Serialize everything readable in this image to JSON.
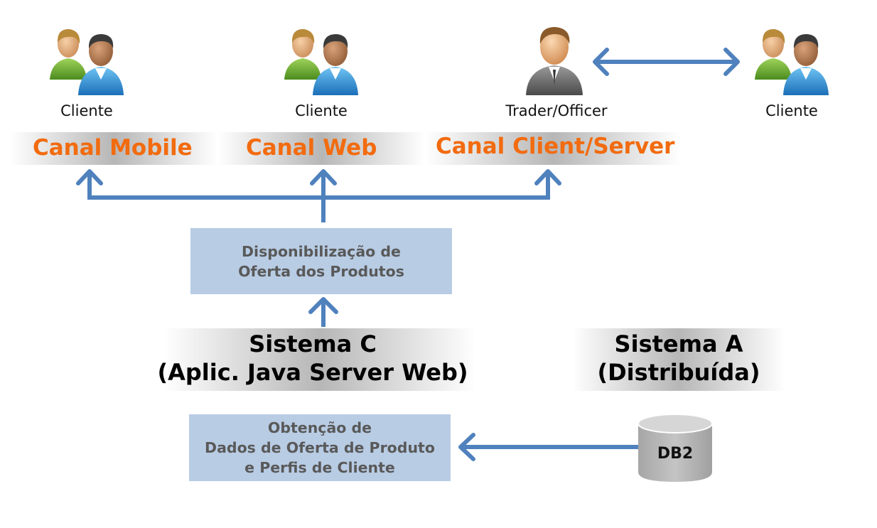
{
  "people": [
    {
      "label": "Cliente",
      "icon": "client-pair-icon"
    },
    {
      "label": "Cliente",
      "icon": "client-pair-icon"
    },
    {
      "label": "Trader/Officer",
      "icon": "trader-officer-icon"
    },
    {
      "label": "Cliente",
      "icon": "client-pair-icon"
    }
  ],
  "channels": {
    "mobile": "Canal Mobile",
    "web": "Canal Web",
    "client_server": "Canal Client/Server"
  },
  "offer_box": {
    "line1": "Disponibilização de",
    "line2": "Oferta dos Produtos"
  },
  "system_c": {
    "line1": "Sistema C",
    "line2": "(Aplic. Java Server Web)"
  },
  "system_a": {
    "line1": "Sistema A",
    "line2": "(Distribuída)"
  },
  "data_box": {
    "line1": "Obtenção de",
    "line2": "Dados de Oferta de Produto",
    "line3": "e Perfis de Cliente"
  },
  "database": {
    "label": "DB2",
    "icon": "database-cylinder-icon"
  },
  "colors": {
    "arrow": "#4f81bd",
    "channel_text": "#f26b0f",
    "box_fill": "#b8cce4",
    "box_text": "#595959"
  }
}
